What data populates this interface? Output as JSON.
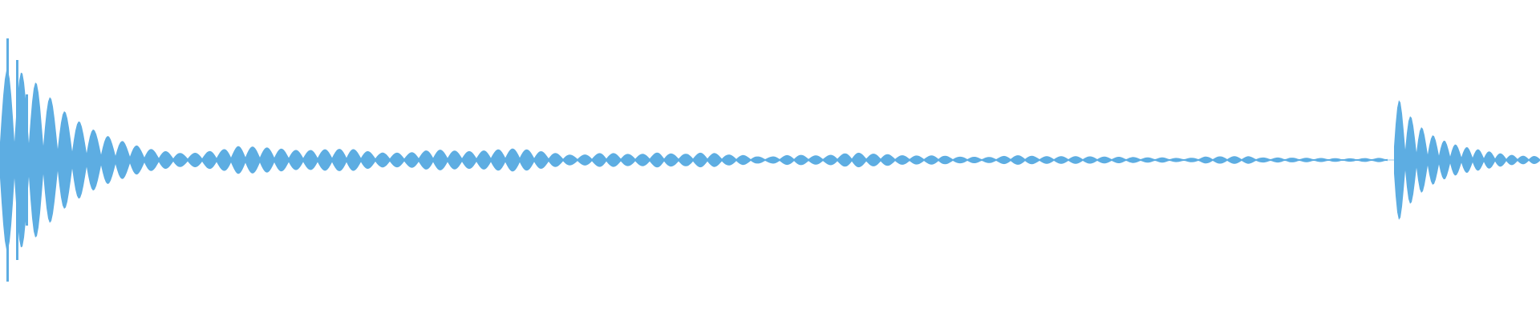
{
  "waveform": {
    "color": "#5DADE2",
    "baseline": "centered",
    "description_tokens": [
      "audio-waveform"
    ],
    "envelope": [
      1.0,
      0.92,
      0.78,
      0.62,
      0.46,
      0.35,
      0.28,
      0.22,
      0.18,
      0.15,
      0.12,
      0.1,
      0.09,
      0.08,
      0.08,
      0.09,
      0.1,
      0.12,
      0.11,
      0.1,
      0.09,
      0.08,
      0.08,
      0.09,
      0.1,
      0.11,
      0.1,
      0.09,
      0.08,
      0.07,
      0.08,
      0.09,
      0.08,
      0.07,
      0.07,
      0.08,
      0.09,
      0.1,
      0.09,
      0.08,
      0.07,
      0.06,
      0.06,
      0.07,
      0.06,
      0.05,
      0.05,
      0.06,
      0.05,
      0.05,
      0.06,
      0.06,
      0.05,
      0.05,
      0.04,
      0.04,
      0.05,
      0.05,
      0.04,
      0.04,
      0.05,
      0.06,
      0.05,
      0.05,
      0.04,
      0.04,
      0.04,
      0.05,
      0.04,
      0.04,
      0.03,
      0.03,
      0.04,
      0.04,
      0.03,
      0.03,
      0.03,
      0.03,
      0.03,
      0.03,
      0.03,
      0.03,
      0.03,
      0.03,
      0.02,
      0.02,
      0.03,
      0.03,
      0.03,
      0.03,
      0.02,
      0.02,
      0.02,
      0.02,
      0.02,
      0.02,
      0.02,
      0.02,
      0.02,
      0.02
    ],
    "second_burst_envelope": [
      0.55,
      0.35,
      0.22,
      0.16,
      0.12,
      0.1,
      0.08,
      0.06,
      0.05,
      0.04
    ],
    "peak_amplitude": 1.0
  }
}
